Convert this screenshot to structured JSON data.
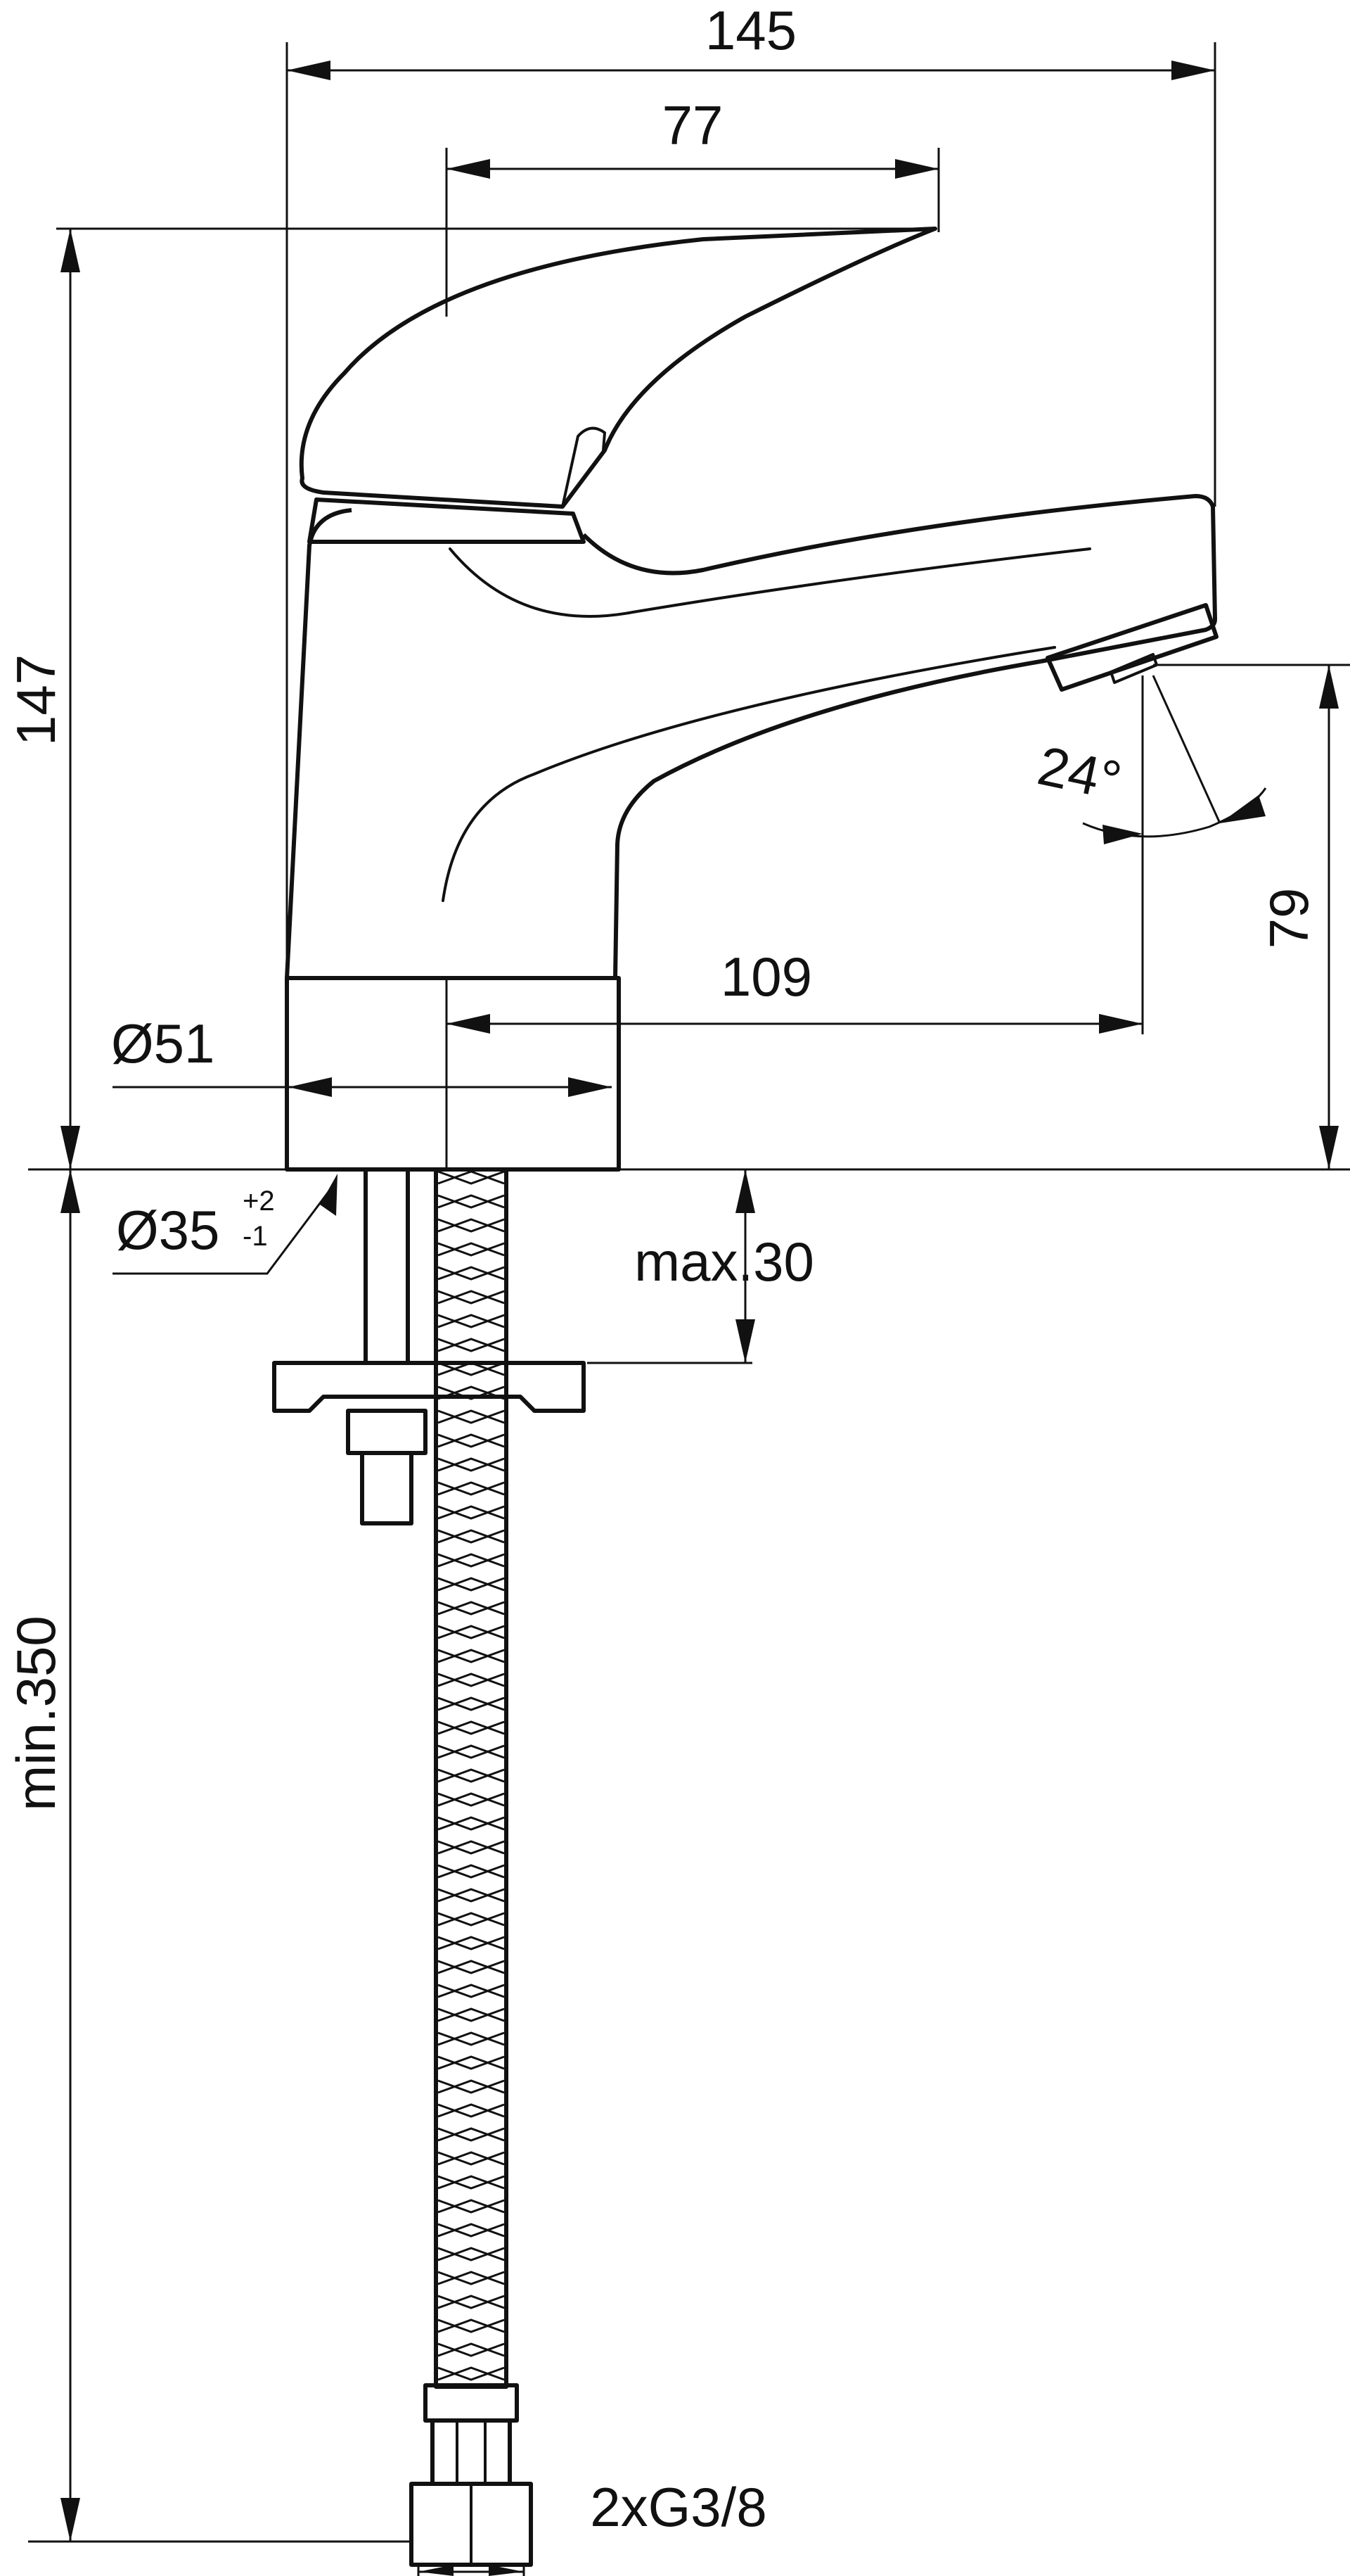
{
  "dimensions": {
    "width_total": "145",
    "lever_reach": "77",
    "height_total": "147",
    "spout_height": "79",
    "spout_reach": "109",
    "spout_angle": "24°",
    "base_diameter": "Ø51",
    "hole_diameter": "Ø35",
    "hole_tol_plus": "+2",
    "hole_tol_minus": "-1",
    "deck_thickness": "max.30",
    "hose_length": "min.350",
    "connection": "2xG3/8"
  },
  "colors": {
    "line": "#111111",
    "background": "#ffffff"
  }
}
